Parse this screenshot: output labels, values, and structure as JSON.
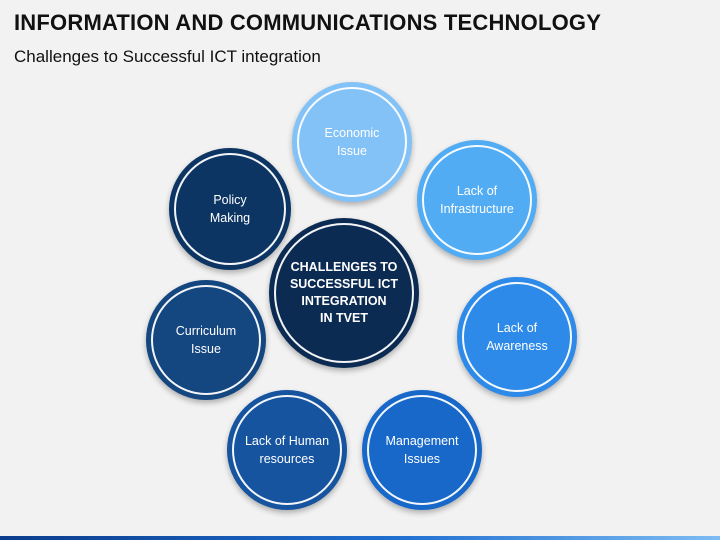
{
  "header": {
    "title": "INFORMATION AND COMMUNICATIONS TECHNOLOGY",
    "subtitle": "Challenges to Successful ICT integration"
  },
  "diagram": {
    "center": {
      "label": "CHALLENGES TO\nSUCCESSFUL ICT\nINTEGRATION\nIN TVET",
      "color": "#0c2b52"
    },
    "nodes": [
      {
        "id": "economic",
        "label": "Economic\nIssue",
        "color": "#83c2f7"
      },
      {
        "id": "infrastructure",
        "label": "Lack of\nInfrastructure",
        "color": "#52acf3"
      },
      {
        "id": "awareness",
        "label": "Lack of\nAwareness",
        "color": "#2e8ae8"
      },
      {
        "id": "management",
        "label": "Management\nIssues",
        "color": "#1868c9"
      },
      {
        "id": "human-resources",
        "label": "Lack of Human\nresources",
        "color": "#1654a0"
      },
      {
        "id": "curriculum",
        "label": "Curriculum\nIssue",
        "color": "#144680"
      },
      {
        "id": "policy",
        "label": "Policy\nMaking",
        "color": "#0d3563"
      }
    ]
  }
}
